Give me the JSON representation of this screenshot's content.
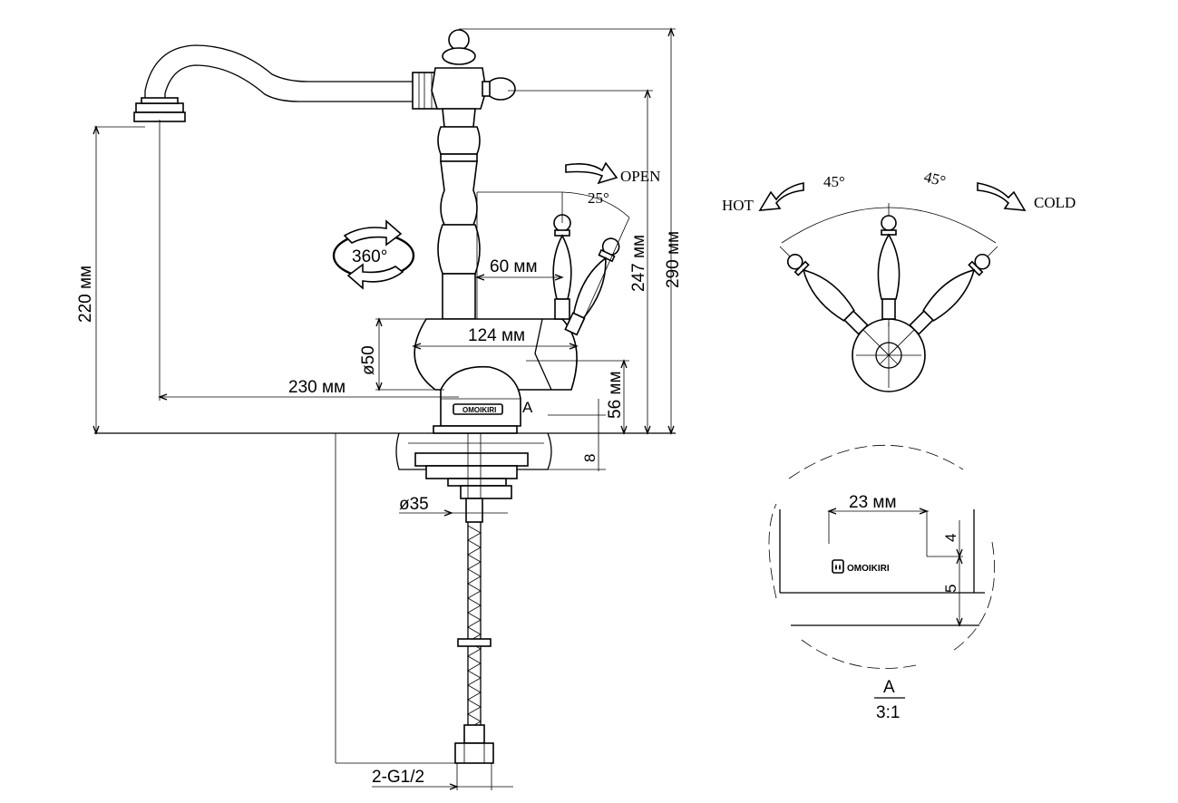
{
  "side_view": {
    "dim_total_height": "290 мм",
    "dim_spout_axis_height": "247 мм",
    "dim_spout_clearance": "220 мм",
    "dim_body_diameter": "ø50",
    "dim_spout_reach": "230 мм",
    "dim_body_length": "124 мм",
    "dim_handle_offset": "60 мм",
    "dim_base_height": "56 мм",
    "dim_max_thickness": "8",
    "dim_hole_diameter": "ø35",
    "dim_connection": "2-G1/2",
    "rotation_label": "360°",
    "open_label": "OPEN",
    "open_angle": "25°",
    "detail_marker": "A",
    "brand": "OMOIKIRI"
  },
  "top_view": {
    "hot_label": "HOT",
    "cold_label": "COLD",
    "hot_angle": "45°",
    "cold_angle": "45°"
  },
  "detail_view": {
    "dim_width": "23 мм",
    "dim_top": "4",
    "dim_bottom": "5",
    "brand": "OMOIKIRI",
    "title": "A",
    "scale": "3:1"
  }
}
